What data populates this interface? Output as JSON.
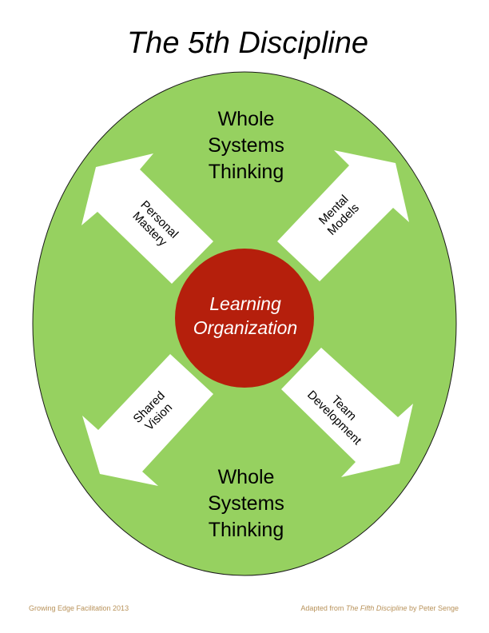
{
  "title": "The 5th Discipline",
  "colors": {
    "ellipse_fill": "#96D160",
    "ellipse_stroke": "#1a1a1a",
    "arrow_fill": "#ffffff",
    "center_fill": "#B51F0C",
    "footer_text": "#B8925A"
  },
  "top_label": {
    "lines": [
      "Whole",
      "Systems",
      "Thinking"
    ]
  },
  "bottom_label": {
    "lines": [
      "Whole",
      "Systems",
      "Thinking"
    ]
  },
  "center": {
    "lines": [
      "Learning",
      "Organization"
    ]
  },
  "arrows": [
    {
      "id": "personal-mastery",
      "direction": "up-left",
      "lines": [
        "Personal",
        "Mastery"
      ]
    },
    {
      "id": "mental-models",
      "direction": "up-right",
      "lines": [
        "Mental",
        "Models"
      ]
    },
    {
      "id": "shared-vision",
      "direction": "down-left",
      "lines": [
        "Shared",
        "Vision"
      ]
    },
    {
      "id": "team-development",
      "direction": "down-right",
      "lines": [
        "Team",
        "Development"
      ]
    }
  ],
  "footer": {
    "left": "Growing Edge Facilitation 2013",
    "right_prefix": "Adapted from ",
    "right_title": "The Fifth Discipline",
    "right_suffix": " by Peter Senge"
  }
}
